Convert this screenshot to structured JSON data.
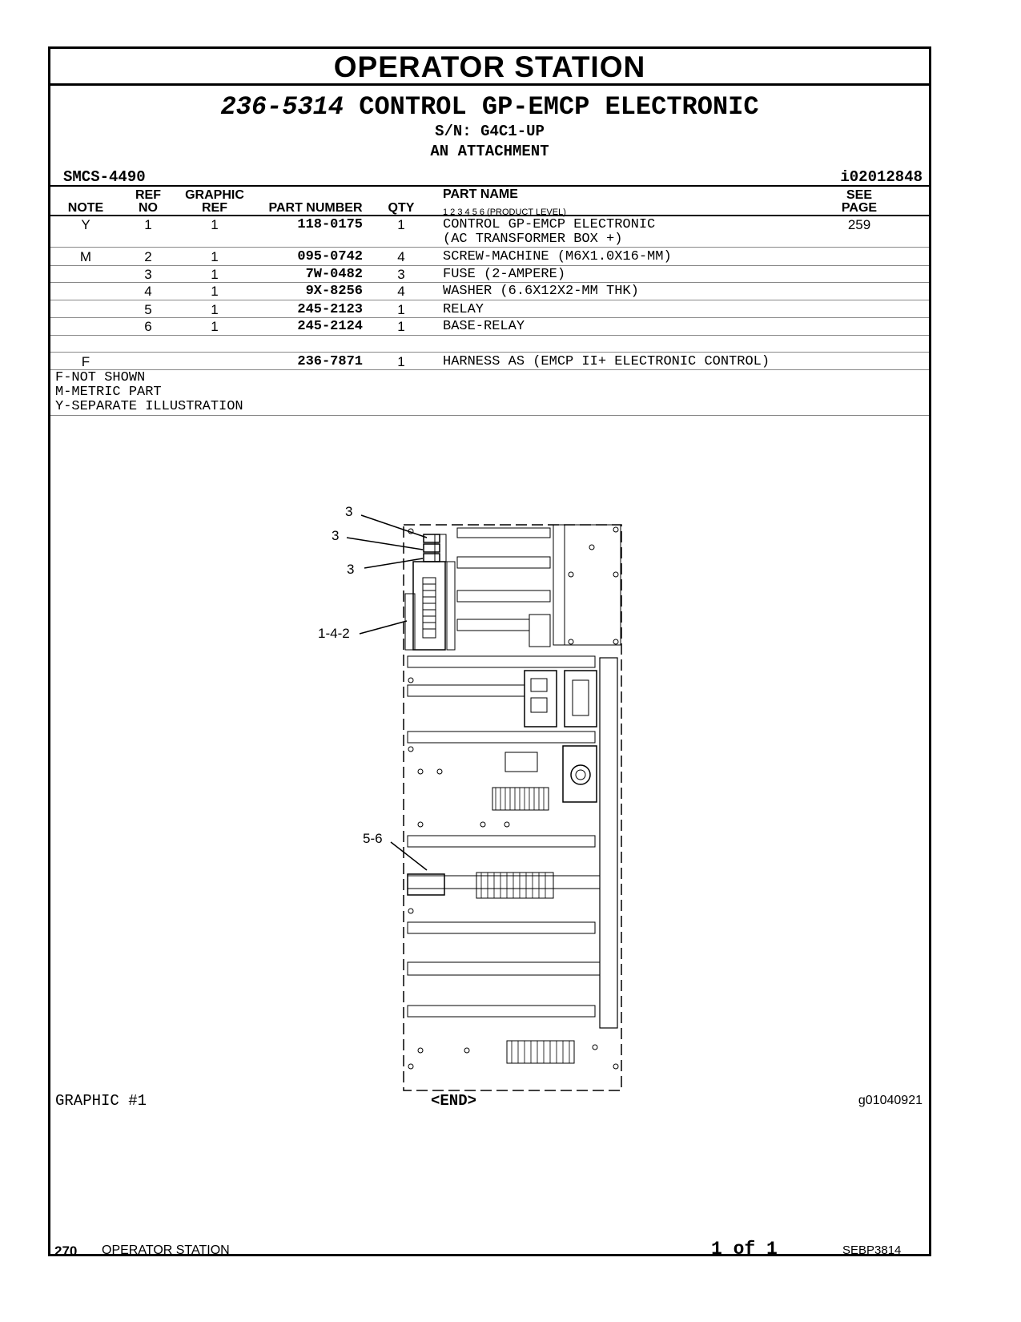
{
  "section_title": "OPERATOR STATION",
  "part_group_number": "236-5314",
  "part_group_name": "CONTROL GP-EMCP ELECTRONIC",
  "serial": "S/N: G4C1-UP",
  "attachment": "AN ATTACHMENT",
  "smcs": "SMCS-4490",
  "illustration_id": "i02012848",
  "headers": {
    "note": "NOTE",
    "ref": "REF",
    "no": "NO",
    "graphic": "GRAPHIC",
    "graphic_ref": "REF",
    "part_number": "PART NUMBER",
    "qty": "QTY",
    "part_name": "PART NAME",
    "product_level": "1   2   3   4   5   6  (PRODUCT LEVEL)",
    "see": "SEE",
    "page": "PAGE"
  },
  "rows": [
    {
      "note": "Y",
      "ref": "1",
      "graphic": "1",
      "part": "118-0175",
      "qty": "1",
      "name": "CONTROL GP-EMCP ELECTRONIC",
      "name2": "(AC TRANSFORMER BOX +)",
      "see": "259"
    },
    {
      "note": "M",
      "ref": "2",
      "graphic": "1",
      "part": "095-0742",
      "qty": "4",
      "name": "SCREW-MACHINE (M6X1.0X16-MM)",
      "name2": "",
      "see": ""
    },
    {
      "note": "",
      "ref": "3",
      "graphic": "1",
      "part": "7W-0482",
      "qty": "3",
      "name": "FUSE (2-AMPERE)",
      "name2": "",
      "see": ""
    },
    {
      "note": "",
      "ref": "4",
      "graphic": "1",
      "part": "9X-8256",
      "qty": "4",
      "name": "WASHER (6.6X12X2-MM THK)",
      "name2": "",
      "see": ""
    },
    {
      "note": "",
      "ref": "5",
      "graphic": "1",
      "part": "245-2123",
      "qty": "1",
      "name": "RELAY",
      "name2": "",
      "see": ""
    },
    {
      "note": "",
      "ref": "6",
      "graphic": "1",
      "part": "245-2124",
      "qty": "1",
      "name": "BASE-RELAY",
      "name2": "",
      "see": ""
    },
    {
      "note": "F",
      "ref": "",
      "graphic": "",
      "part": "236-7871",
      "qty": "1",
      "name": "HARNESS AS (EMCP II+ ELECTRONIC CONTROL)",
      "name2": "",
      "see": ""
    }
  ],
  "notes": [
    "F-NOT SHOWN",
    "M-METRIC PART",
    "Y-SEPARATE ILLUSTRATION"
  ],
  "callouts": [
    "3",
    "3",
    "3",
    "1-4-2",
    "5-6"
  ],
  "graphic_label": "GRAPHIC #1",
  "end_marker": "<END>",
  "graphic_id": "g01040921",
  "footer": {
    "page_number": "270",
    "section": "OPERATOR STATION",
    "page_of": "1 of 1",
    "doc_id": "SEBP3814"
  }
}
